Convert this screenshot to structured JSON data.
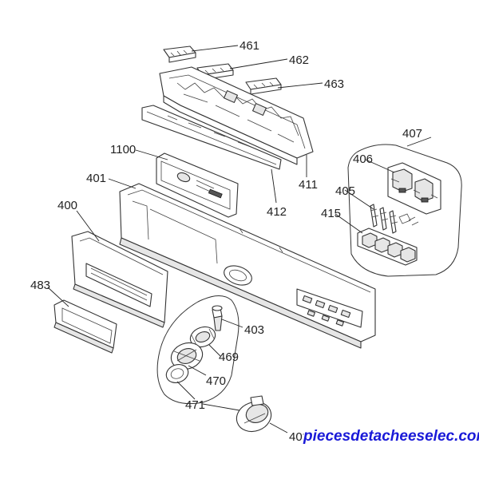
{
  "diagram": {
    "callouts": [
      {
        "id": "461",
        "label": "461"
      },
      {
        "id": "462",
        "label": "462"
      },
      {
        "id": "463",
        "label": "463"
      },
      {
        "id": "407",
        "label": "407"
      },
      {
        "id": "406",
        "label": "406"
      },
      {
        "id": "1100",
        "label": "1100"
      },
      {
        "id": "411",
        "label": "411"
      },
      {
        "id": "405",
        "label": "405"
      },
      {
        "id": "401",
        "label": "401"
      },
      {
        "id": "412",
        "label": "412"
      },
      {
        "id": "415",
        "label": "415"
      },
      {
        "id": "400",
        "label": "400"
      },
      {
        "id": "483",
        "label": "483"
      },
      {
        "id": "403",
        "label": "403"
      },
      {
        "id": "469",
        "label": "469"
      },
      {
        "id": "470",
        "label": "470"
      },
      {
        "id": "471",
        "label": "471"
      },
      {
        "id": "402",
        "label": "402"
      }
    ],
    "watermark": "piecesdetacheeselec.com"
  }
}
